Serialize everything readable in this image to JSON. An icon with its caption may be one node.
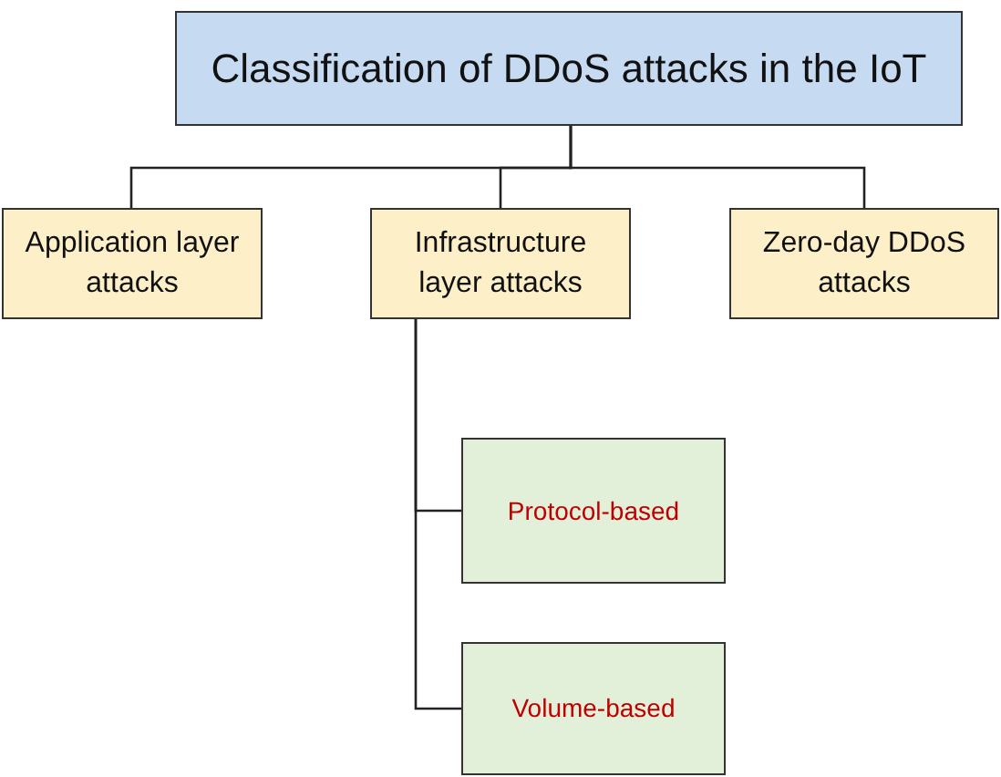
{
  "diagram": {
    "nodes": [
      {
        "text": [
          "Classification of DDoS attacks in the IoT"
        ]
      },
      {
        "text": [
          "Application layer attacks"
        ]
      },
      {
        "text": [
          "Infrastructure layer attacks"
        ]
      },
      {
        "text": [
          "Zero-day DDoS attacks"
        ]
      },
      {
        "text": [
          "Protocol-based"
        ]
      },
      {
        "text": [
          "Volume-based"
        ]
      }
    ],
    "edges": [
      {
        "from": 0,
        "to": 1,
        "arrow": "none"
      },
      {
        "from": 0,
        "to": 2,
        "arrow": "none"
      },
      {
        "from": 0,
        "to": 3,
        "arrow": "none"
      },
      {
        "from": 2,
        "to": 4,
        "arrow": "none"
      },
      {
        "from": 2,
        "to": 5,
        "arrow": "none"
      }
    ]
  }
}
